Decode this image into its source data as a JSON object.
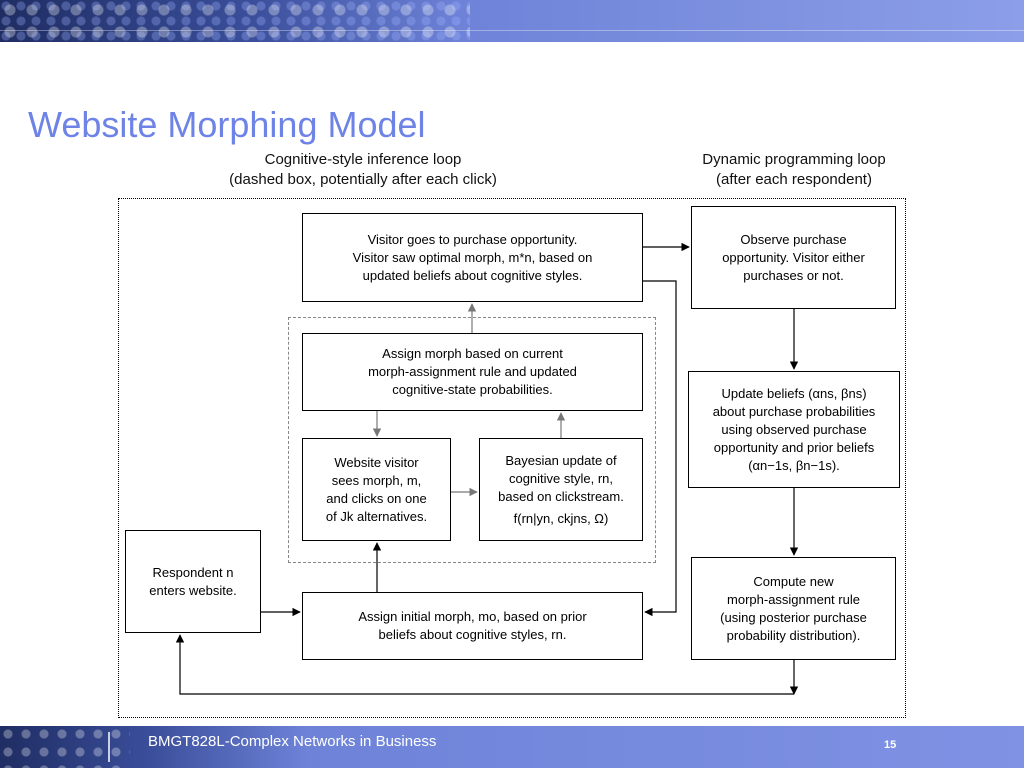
{
  "slide": {
    "title": "Website Morphing Model",
    "footer": "BMGT828L-Complex Networks in Business",
    "page_number": "15"
  },
  "headings": {
    "inference_line1": "Cognitive-style inference loop",
    "inference_line2": "(dashed box, potentially after each click)",
    "dp_line1": "Dynamic programming loop",
    "dp_line2": "(after each respondent)"
  },
  "boxes": {
    "purchase_opportunity": [
      "Visitor goes to purchase opportunity.",
      "Visitor saw optimal morph, m*n, based on",
      "updated beliefs about cognitive styles."
    ],
    "assign_morph": [
      "Assign morph based on current",
      "morph-assignment rule and updated",
      "cognitive-state probabilities."
    ],
    "website_visitor": [
      "Website visitor",
      "sees morph, m,",
      "and clicks on one",
      "of Jk alternatives."
    ],
    "bayesian_update": [
      "Bayesian update of",
      "cognitive style, rn,",
      "based on clickstream.",
      "f(rn|yn, ckjns, Ω)"
    ],
    "respondent": [
      "Respondent n",
      "enters website."
    ],
    "assign_initial": [
      "Assign initial morph, mo, based on prior",
      "beliefs about cognitive styles, rn."
    ],
    "observe_purchase": [
      "Observe purchase",
      "opportunity. Visitor either",
      "purchases or not."
    ],
    "update_beliefs": [
      "Update beliefs (αns, βns)",
      "about purchase probabilities",
      "using observed purchase",
      "opportunity and prior beliefs",
      "(αn−1s, βn−1s)."
    ],
    "compute_rule": [
      "Compute new",
      "morph-assignment rule",
      "(using posterior purchase",
      "probability distribution)."
    ]
  }
}
